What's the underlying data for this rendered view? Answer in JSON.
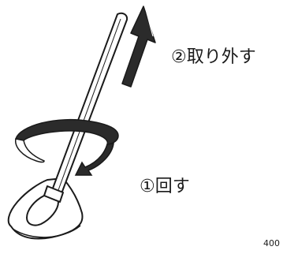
{
  "labels": {
    "step2": "②取り外す",
    "step1": "①回す",
    "figure_code": "400"
  },
  "colors": {
    "line": "#1a1a1a",
    "fill_dark": "#2b2b2b",
    "fill_light": "#ffffff"
  }
}
